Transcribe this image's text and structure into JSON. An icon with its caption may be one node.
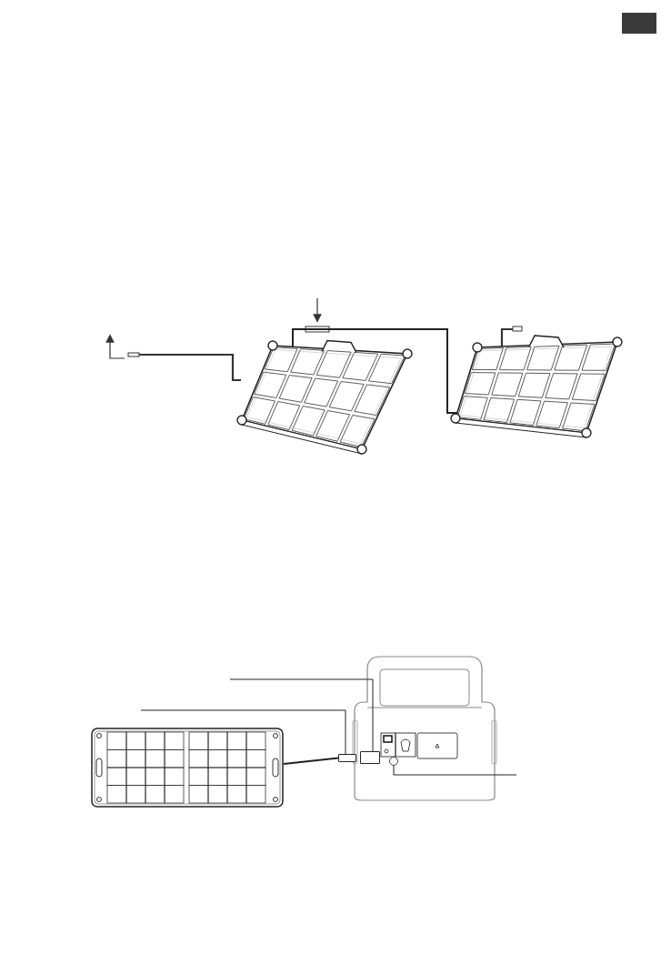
{
  "diagram": {
    "nodes": [
      {
        "text": [],
        "shape": "picture"
      },
      {
        "text": [],
        "shape": "picture"
      },
      {
        "text": [],
        "shape": "picture"
      },
      {
        "text": [],
        "shape": "picture"
      },
      {
        "text": [],
        "shape": "box"
      },
      {
        "text": [],
        "shape": "box",
        "in": 3
      },
      {
        "text": [],
        "shape": "circle",
        "in": 3
      }
    ],
    "edges": [
      {
        "from": 0,
        "to": 1,
        "arrow": "none"
      },
      {
        "from": 2,
        "to": 4,
        "arrow": "none"
      },
      {
        "from": null,
        "to": 4,
        "arrow": "none"
      },
      {
        "from": null,
        "to": 5,
        "arrow": "none"
      },
      {
        "from": null,
        "to": 6,
        "arrow": "none"
      }
    ]
  }
}
